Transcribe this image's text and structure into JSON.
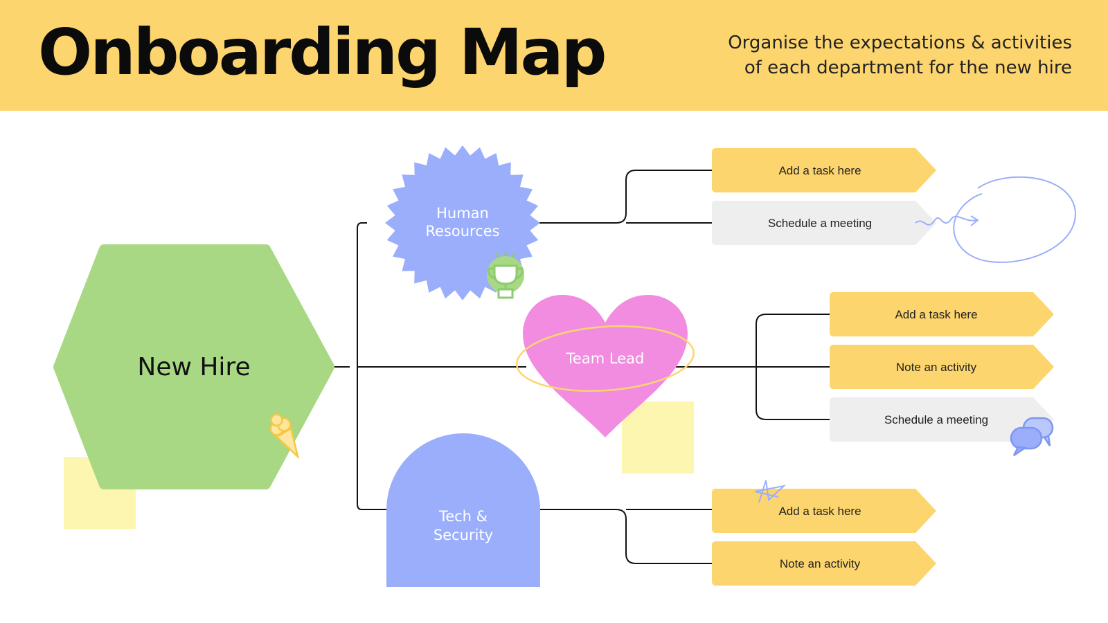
{
  "header": {
    "title": "Onboarding Map",
    "subtitle_line1": "Organise the expectations & activities",
    "subtitle_line2": "of each department for the new hire"
  },
  "colors": {
    "header_bg": "#FDD56E",
    "new_hire_hex": "#A8D883",
    "blue_shapes": "#9AAEFB",
    "heart": "#F18CE0",
    "task_yellow": "#FDD56E",
    "meeting_grey": "#EEEEEE",
    "sticky_note": "#FDF6B0"
  },
  "diagram": {
    "center": {
      "label": "New Hire"
    },
    "departments": [
      {
        "label_line1": "Human",
        "label_line2": "Resources",
        "shape": "starburst"
      },
      {
        "label": "Team Lead",
        "shape": "heart"
      },
      {
        "label_line1": "Tech &",
        "label_line2": "Security",
        "shape": "arch"
      }
    ],
    "hr_items": [
      "Add a task here",
      "Schedule a meeting"
    ],
    "lead_items": [
      "Add a task here",
      "Note an activity",
      "Schedule a meeting"
    ],
    "tech_items": [
      "Add a task here",
      "Note an activity"
    ]
  },
  "decorations": [
    "trophy-icon",
    "ice-cream-icon",
    "chat-bubbles-icon",
    "star-doodle",
    "circle-doodle",
    "sticky-note"
  ]
}
